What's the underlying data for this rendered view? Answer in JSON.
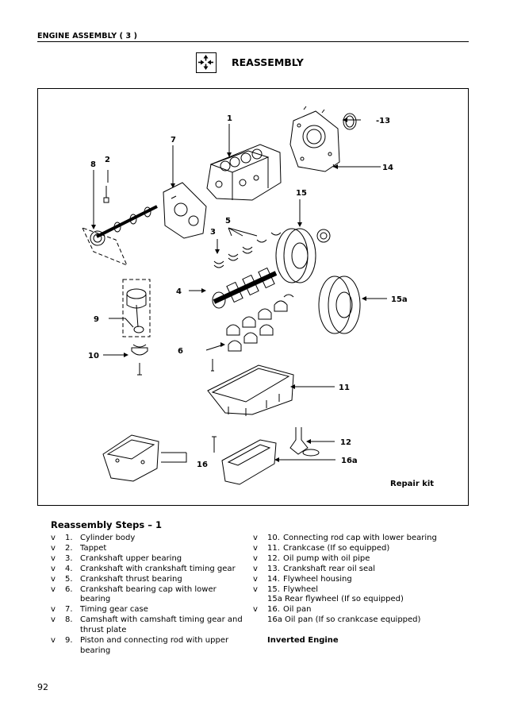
{
  "header": {
    "section": "ENGINE ASSEMBLY ( 3 )"
  },
  "reassembly": {
    "title": "REASSEMBLY",
    "icon": "reassembly-arrows-icon"
  },
  "figure": {
    "callouts": [
      "1",
      "2",
      "3",
      "4",
      "5",
      "6",
      "7",
      "8",
      "9",
      "10",
      "11",
      "12",
      "-13",
      "14",
      "15",
      "15a",
      "16",
      "16a"
    ],
    "repair_kit": "Repair kit"
  },
  "steps": {
    "title": "Reassembly Steps – 1",
    "left": [
      {
        "mark": "v",
        "num": "1.",
        "text": "Cylinder body"
      },
      {
        "mark": "v",
        "num": "2.",
        "text": "Tappet"
      },
      {
        "mark": "v",
        "num": "3.",
        "text": "Crankshaft upper bearing"
      },
      {
        "mark": "v",
        "num": "4.",
        "text": "Crankshaft with crankshaft timing gear"
      },
      {
        "mark": "v",
        "num": "5.",
        "text": "Crankshaft thrust bearing"
      },
      {
        "mark": "v",
        "num": "6.",
        "text": "Crankshaft bearing cap with lower bearing"
      },
      {
        "mark": "v",
        "num": "7.",
        "text": "Timing gear case"
      },
      {
        "mark": "v",
        "num": "8.",
        "text": "Camshaft with camshaft timing gear and thrust plate"
      },
      {
        "mark": "v",
        "num": "9.",
        "text": "Piston and connecting rod with upper bearing"
      }
    ],
    "right": [
      {
        "mark": "v",
        "num": "10.",
        "text": "Connecting rod cap with lower bearing"
      },
      {
        "mark": "v",
        "num": "11.",
        "text": "Crankcase (If so equipped)"
      },
      {
        "mark": "v",
        "num": "12.",
        "text": "Oil pump with oil pipe"
      },
      {
        "mark": "v",
        "num": "13.",
        "text": "Crankshaft rear oil seal"
      },
      {
        "mark": "v",
        "num": "14.",
        "text": "Flywheel housing"
      },
      {
        "mark": "v",
        "num": "15.",
        "text": "Flywheel"
      },
      {
        "mark": "",
        "num": "",
        "text": "15a Rear flywheel (If so equipped)"
      },
      {
        "mark": "v",
        "num": "16.",
        "text": "Oil pan"
      },
      {
        "mark": "",
        "num": "",
        "text": "16a Oil pan (If so crankcase equipped)"
      }
    ],
    "inverted": "Inverted Engine"
  },
  "page_number": "92"
}
